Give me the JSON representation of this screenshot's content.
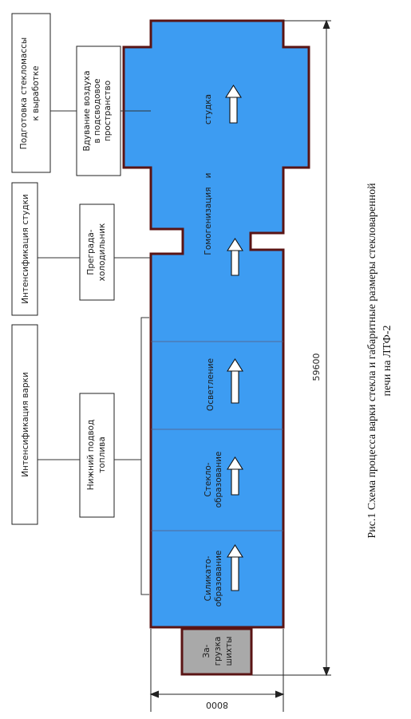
{
  "caption": {
    "line1": "Рис.1 Схема процесса варки стекла и габаритные размеры стекловаренной",
    "line2": "печи на ЛТФ-2"
  },
  "dimensions": {
    "length": "59600",
    "width": "8000"
  },
  "furnace": {
    "charging": [
      "За-",
      "грузка",
      "шихты"
    ],
    "zones": {
      "silicate": [
        "Силикато-",
        "образование"
      ],
      "glass": [
        "Стекло-",
        "образование"
      ],
      "fining": [
        "Осветление"
      ],
      "homog": [
        "Гомогенизация",
        "и",
        "студка"
      ]
    }
  },
  "sidebar": {
    "intensification_melting": "Интенсификация варки",
    "bottom_fuel": [
      "Нижний подвод",
      "топлива"
    ],
    "intensification_cooling": "Интенсификация студки",
    "barrier": [
      "Преграда-",
      "холодильник"
    ],
    "preparation": [
      "Подготовка стекломассы",
      "к выработке"
    ],
    "air_blowing": [
      "Вдувание воздуха",
      "в подсводовое",
      "пространство"
    ]
  },
  "colors": {
    "furnace_fill": "#3d9cf2",
    "charging_fill": "#a9a9a9",
    "outline": "#5a1414"
  }
}
